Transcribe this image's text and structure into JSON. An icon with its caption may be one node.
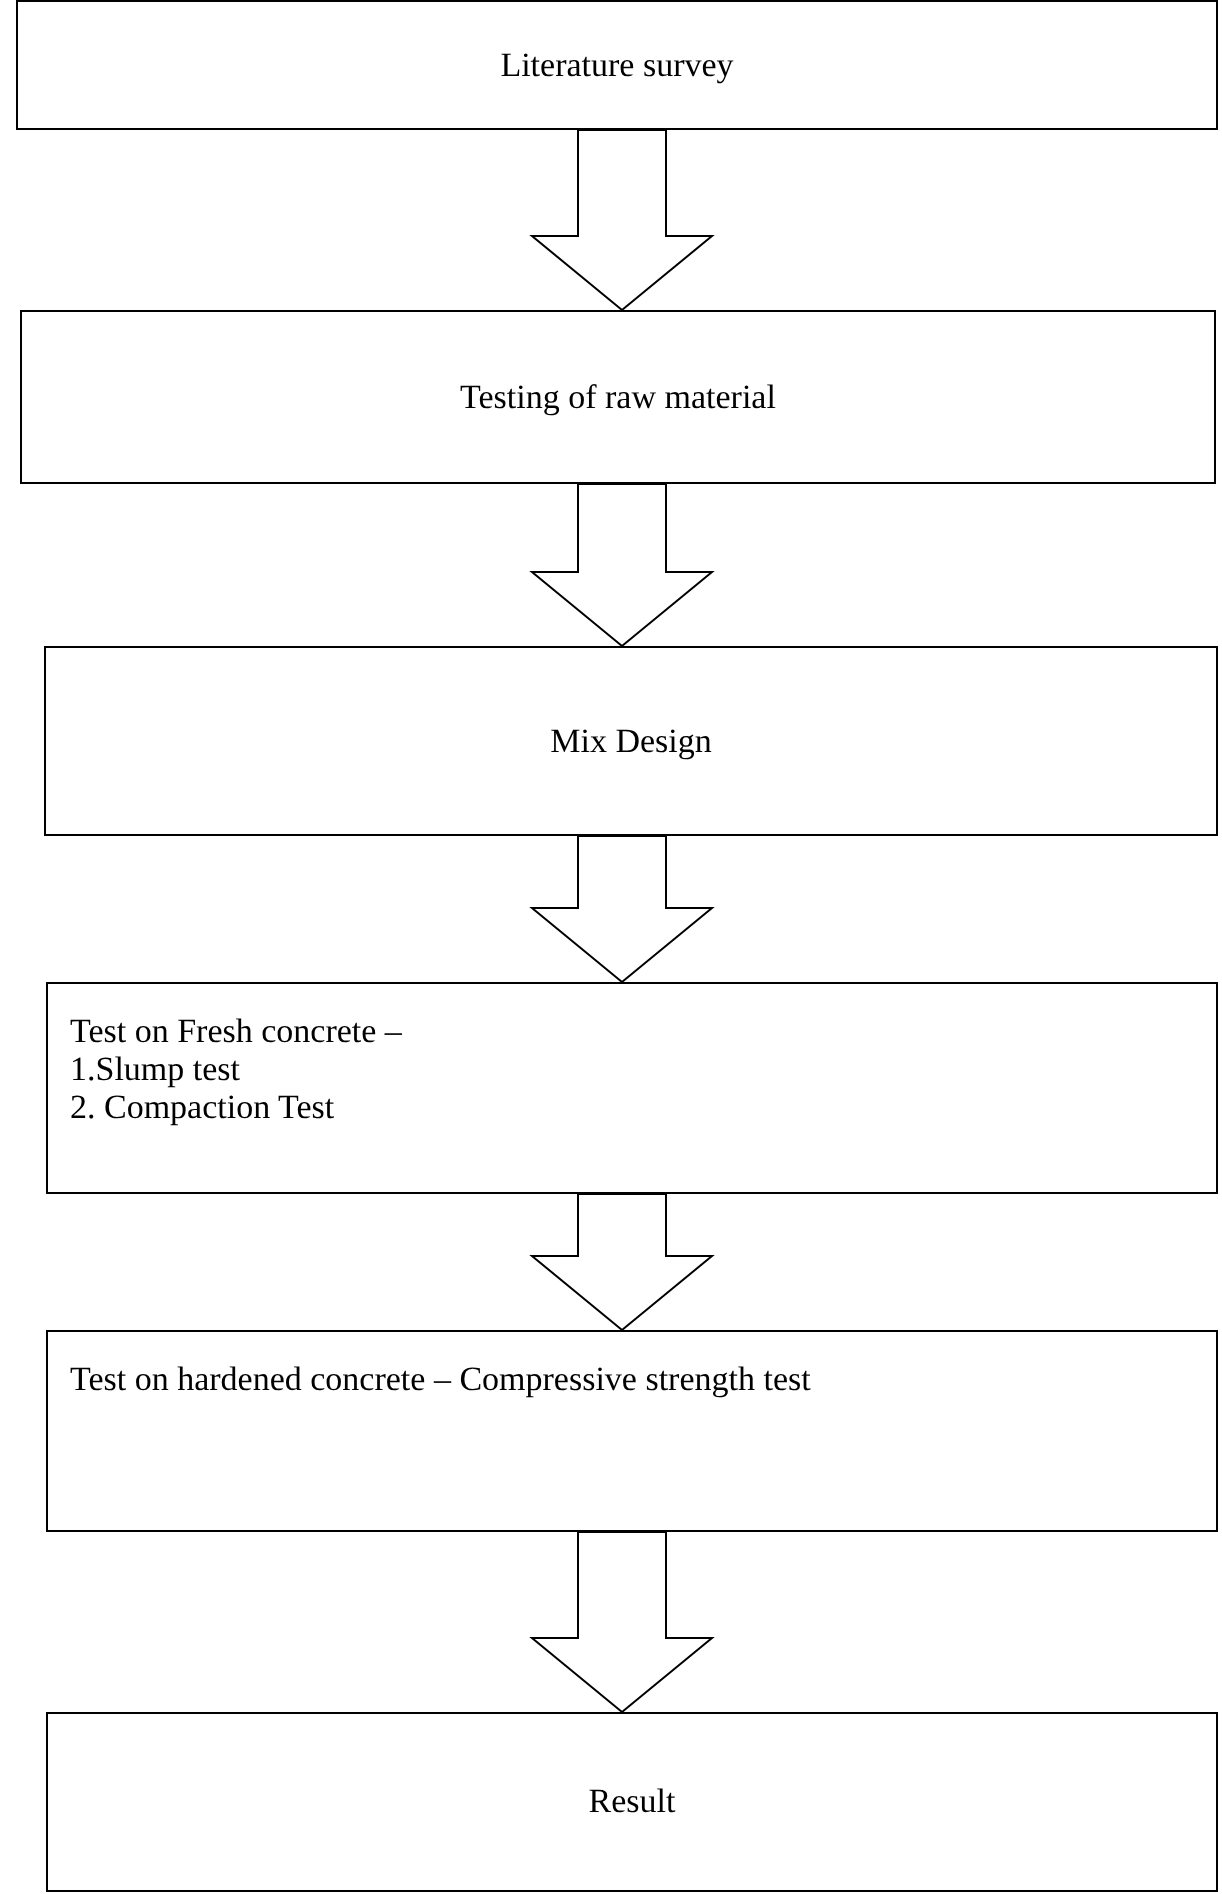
{
  "diagram": {
    "nodes": [
      {
        "text": [
          "Literature survey"
        ]
      },
      {
        "text": [
          "Testing of raw material"
        ]
      },
      {
        "text": [
          "Mix Design"
        ]
      },
      {
        "text": [
          "Test on Fresh concrete –",
          "1.Slump test",
          "2. Compaction Test"
        ]
      },
      {
        "text": [
          "Test on hardened concrete – Compressive strength test"
        ]
      },
      {
        "text": [
          "Result"
        ]
      }
    ],
    "edges": [
      {
        "from": 0,
        "to": 1,
        "arrow": "to"
      },
      {
        "from": 1,
        "to": 2,
        "arrow": "to"
      },
      {
        "from": 2,
        "to": 3,
        "arrow": "to"
      },
      {
        "from": 3,
        "to": 4,
        "arrow": "to"
      },
      {
        "from": 4,
        "to": 5,
        "arrow": "to"
      }
    ]
  }
}
